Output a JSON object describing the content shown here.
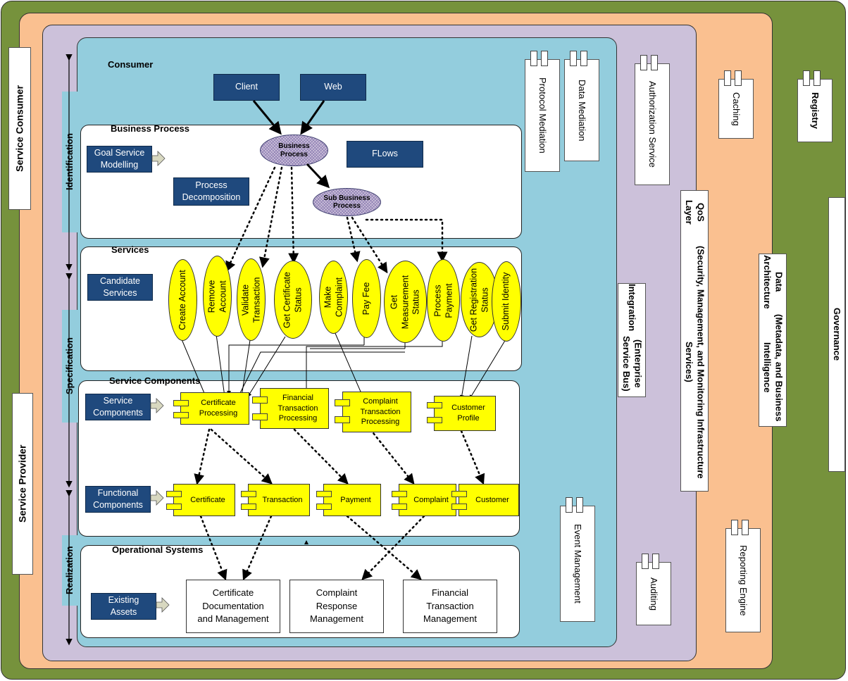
{
  "layers": {
    "governance": "Governance",
    "data_architecture": {
      "title": "Data Architecture",
      "subtitle": "(Metadata, and Business Intelligence"
    },
    "qos": {
      "title": "QoS Layer",
      "subtitle": "(Security, Management, and Monitoring Infrastructure Services)"
    },
    "integration": {
      "title": "Integration",
      "subtitle": "(Enterprise Service Bus)"
    }
  },
  "side_labels": {
    "service_consumer": "Service Consumer",
    "service_provider": "Service Provider",
    "identification": "Identification",
    "specification": "Specification",
    "realization": "Realization"
  },
  "infrastructure": {
    "protocol_mediation": "Protocol Mediation",
    "data_mediation": "Data Mediation",
    "authorization_service": "Authorization Service",
    "caching": "Caching",
    "registry": "Registry",
    "event_management": "Event Management",
    "auditing": "Auditing",
    "reporting_engine": "Reporting Engine"
  },
  "consumer": {
    "title": "Consumer",
    "client": "Client",
    "web": "Web"
  },
  "business_process": {
    "title": "Business Process",
    "goal": "Goal Service\nModelling",
    "decomposition": "Process\nDecomposition",
    "bp_node": "Business\nProcess",
    "sub_bp": "Sub Business\nProcess",
    "flows": "FLows"
  },
  "services": {
    "title": "Services",
    "candidate": "Candidate\nServices",
    "items": [
      "Create Account",
      "Remove\nAccount",
      "Validate\nTransaction",
      "Get Certificate\nStatus",
      "Make\nComplaint",
      "Pay Fee",
      "Get\nMeasurement\nStatus",
      "Process\nPayment",
      "Get Registration\nStatus",
      "Submit Identity"
    ]
  },
  "service_components": {
    "title": "Service Components",
    "label": "Service\nComponents",
    "items": [
      "Certificate\nProcessing",
      "Financial\nTransaction\nProcessing",
      "Complaint\nTransaction\nProcessing",
      "Customer\nProfile"
    ]
  },
  "functional_components": {
    "label": "Functional\nComponents",
    "items": [
      "Certificate",
      "Transaction",
      "Payment",
      "Complaint",
      "Customer"
    ]
  },
  "operational_systems": {
    "title": "Operational Systems",
    "label": "Existing\nAssets",
    "items": [
      "Certificate\nDocumentation\nand Management",
      "Complaint\nResponse\nManagement",
      "Financial\nTransaction\nManagement"
    ]
  },
  "colors": {
    "governance": "#76923c",
    "data_architecture": "#fac090",
    "qos": "#ccc1da",
    "integration": "#93cddd",
    "navy": "#1f497d",
    "service_yellow": "#ffff00"
  }
}
